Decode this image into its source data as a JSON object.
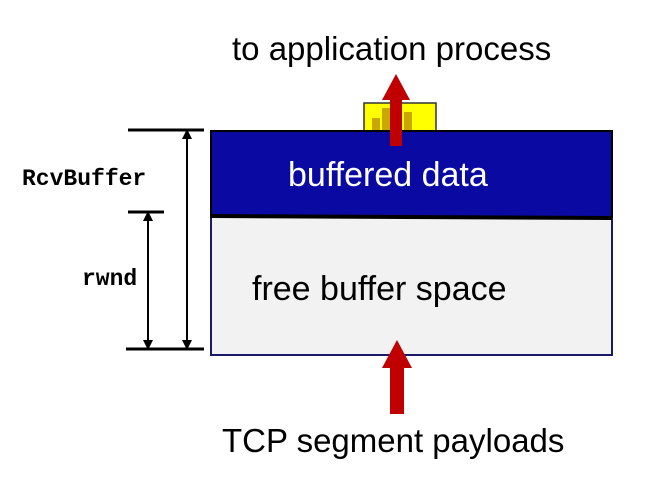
{
  "labels": {
    "top": "to application process",
    "bottom": "TCP segment payloads",
    "rcv_buffer": "RcvBuffer",
    "rwnd": "rwnd",
    "buffered_data": "buffered data",
    "free_space": "free buffer space"
  },
  "colors": {
    "buffered_fill": "#0a0aa3",
    "free_fill": "#f2f2f2",
    "arrow_red": "#c00000",
    "packet_yellow": "#ffff00",
    "packet_dark": "#c8a800"
  }
}
